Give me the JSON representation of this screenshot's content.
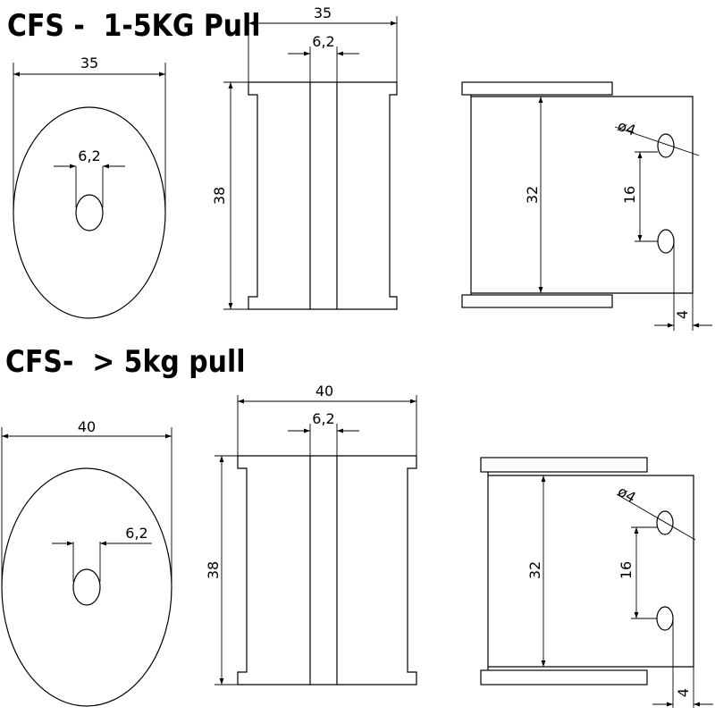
{
  "sections": [
    {
      "title": "CFS -  1-5KG Pull",
      "front_view": {
        "diameter": "35",
        "hole": "6,2"
      },
      "side_view": {
        "width": "35",
        "hole": "6,2",
        "height": "38"
      },
      "end_view": {
        "length": "32",
        "hole_spacing": "16",
        "hole_diameter": "ø4",
        "offset": "4"
      }
    },
    {
      "title": "CFS-  > 5kg pull",
      "front_view": {
        "diameter": "40",
        "hole": "6,2"
      },
      "side_view": {
        "width": "40",
        "hole": "6,2",
        "height": "38"
      },
      "end_view": {
        "length": "32",
        "hole_spacing": "16",
        "hole_diameter": "ø4",
        "offset": "4"
      }
    }
  ]
}
